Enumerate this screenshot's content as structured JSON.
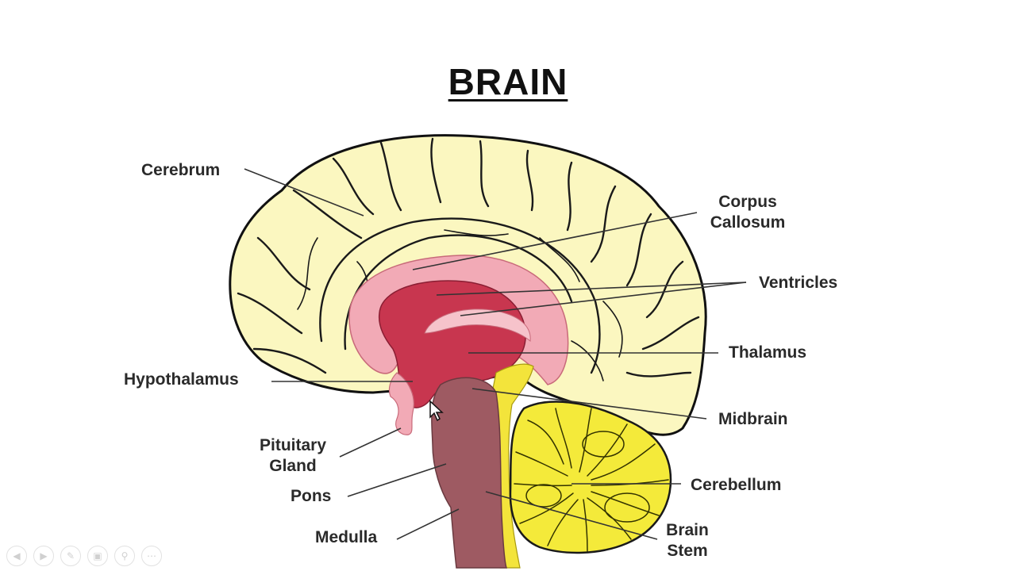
{
  "title": "BRAIN",
  "labels": {
    "cerebrum": "Cerebrum",
    "corpus_callosum_line1": "Corpus",
    "corpus_callosum_line2": "Callosum",
    "ventricles": "Ventricles",
    "thalamus": "Thalamus",
    "hypothalamus": "Hypothalamus",
    "midbrain": "Midbrain",
    "pituitary_line1": "Pituitary",
    "pituitary_line2": "Gland",
    "pons": "Pons",
    "cerebellum": "Cerebellum",
    "medulla": "Medulla",
    "brain_stem_line1": "Brain",
    "brain_stem_line2": "Stem"
  },
  "colors": {
    "cerebrum": "#fbf7c0",
    "cerebellum": "#f4ea3a",
    "stem": "#9e5a62",
    "thalamus": "#c8364f",
    "ventricle_outer": "#f2aab6",
    "ventricle_inner": "#f6c3cb",
    "midbrain_strip": "#f3e43b"
  },
  "toolbar": {
    "icons": [
      "prev-icon",
      "next-icon",
      "pen-icon",
      "slides-icon",
      "zoom-icon",
      "more-icon"
    ]
  }
}
